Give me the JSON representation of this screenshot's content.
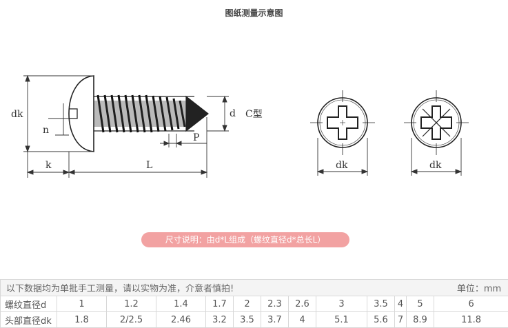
{
  "page_title": "图纸测量示意图",
  "diagram": {
    "dk_label": "dk",
    "n_label": "n",
    "k_label": "k",
    "L_label": "L",
    "d_label": "d",
    "P_label": "P",
    "type_label": "C型",
    "front_dk_label": "dk",
    "front_dk_label_2": "dk"
  },
  "banner": "尺寸说明：由d*L组成（螺纹直径d*总长L）",
  "table": {
    "note": "以下数据均为单批手工测量，请以实物为准，介意者慎拍!",
    "unit": "单位：mm",
    "rows": [
      {
        "label": "螺纹直径d",
        "values": [
          "1",
          "1.2",
          "1.4",
          "1.7",
          "2",
          "2.3",
          "2.6",
          "3",
          "3.5",
          "4",
          "5",
          "6"
        ]
      },
      {
        "label": "头部直径dk",
        "values": [
          "1.8",
          "2/2.5",
          "2.46",
          "3.2",
          "3.5",
          "3.7",
          "4",
          "5.1",
          "5.6",
          "7",
          "8.9",
          "11.8"
        ]
      }
    ]
  }
}
